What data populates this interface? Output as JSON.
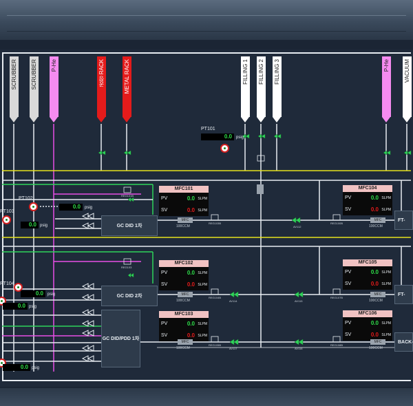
{
  "pipes": [
    {
      "id": "scrubber1",
      "label": "SCRUBBER",
      "color": "#d9d9d9"
    },
    {
      "id": "scrubber2",
      "label": "SCRUBBER",
      "color": "#d9d9d9"
    },
    {
      "id": "phe1",
      "label": "P-He",
      "color": "#f58bf0"
    },
    {
      "id": "rack1",
      "label": "공정 RACK",
      "color": "#e41b1b"
    },
    {
      "id": "rack2",
      "label": "METAL RACK",
      "color": "#e41b1b"
    },
    {
      "id": "fill1",
      "label": "FILLING 1",
      "color": "#ffffff"
    },
    {
      "id": "fill2",
      "label": "FILLING 2",
      "color": "#ffffff"
    },
    {
      "id": "fill3",
      "label": "FILLING 3",
      "color": "#ffffff"
    },
    {
      "id": "phe2",
      "label": "P-He",
      "color": "#f58bf0"
    },
    {
      "id": "vacuum",
      "label": "VACUUM",
      "color": "#ffffff"
    }
  ],
  "pressure": [
    {
      "label": "PT101",
      "value": "0.0",
      "unit": "psig"
    },
    {
      "label": "PT102",
      "value": "0.0",
      "unit": "psig"
    },
    {
      "label": "PT103",
      "value": "0.0",
      "unit": "psig"
    },
    {
      "label": "PT104",
      "value": "0.0",
      "unit": "psig"
    },
    {
      "label": "",
      "value": "0.0",
      "unit": "psig"
    },
    {
      "label": "",
      "value": "0.0",
      "unit": "psig"
    }
  ],
  "gc": [
    {
      "label": "GC DID 1차"
    },
    {
      "label": "GC DID 2차"
    },
    {
      "label": "GC DID/PDD 1차"
    }
  ],
  "mfc": [
    {
      "name": "MFC101",
      "pv": "0.0",
      "sv": "0.0",
      "unit": "SLPM",
      "pv_color": "#2ee04a",
      "sv_color": "#e41b1b"
    },
    {
      "name": "MFC102",
      "pv": "0.0",
      "sv": "0.0",
      "unit": "SLPM",
      "pv_color": "#2ee04a",
      "sv_color": "#e41b1b"
    },
    {
      "name": "MFC103",
      "pv": "0.0",
      "sv": "0.0",
      "unit": "SLPM",
      "pv_color": "#2ee04a",
      "sv_color": "#e41b1b"
    },
    {
      "name": "MFC104",
      "pv": "0.0",
      "sv": "0.0",
      "unit": "SLPM",
      "pv_color": "#2ee04a",
      "sv_color": "#e41b1b"
    },
    {
      "name": "MFC105",
      "pv": "0.0",
      "sv": "0.0",
      "unit": "SLPM",
      "pv_color": "#2ee04a",
      "sv_color": "#e41b1b"
    },
    {
      "name": "MFC106",
      "pv": "0.0",
      "sv": "0.0",
      "unit": "SLPM",
      "pv_color": "#2ee04a",
      "sv_color": "#e41b1b"
    }
  ],
  "mfc_small": {
    "label": "MFC",
    "cap": "100CCM"
  },
  "valves": {
    "av112": "AV112",
    "av114": "AV114",
    "av115": "AV115",
    "av116": "AV116",
    "av117": "AV117",
    "reg100b": "REG100B",
    "reg103b": "REG103B",
    "reg104b": "REG104B",
    "reg105b": "REG105B",
    "reg107b": "REG107B",
    "reg108b": "REG108B",
    "reg101b": "REG101B",
    "reg103": "REG103"
  },
  "right_boxes": [
    {
      "label": "FT-"
    },
    {
      "label": "FT-"
    },
    {
      "label": "BACK-"
    }
  ],
  "lines": {
    "yellow": "#e6e21c",
    "magenta": "#e84ee6",
    "green": "#2fd45a",
    "white": "#e8edf2"
  }
}
